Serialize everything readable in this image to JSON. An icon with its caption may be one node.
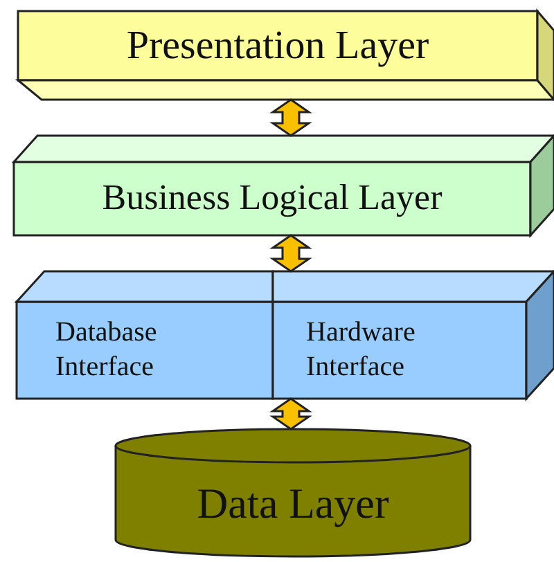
{
  "diagram": {
    "nodes": [
      {
        "text": [
          "Presentation Layer"
        ]
      },
      {
        "text": [
          "Business Logical Layer"
        ]
      },
      {
        "text": [
          "Database Interface"
        ]
      },
      {
        "text": [
          "Hardware Interface"
        ]
      },
      {
        "text": [
          "Data Layer"
        ]
      }
    ],
    "edges": [
      {
        "from": 0,
        "to": 1,
        "arrow": "both"
      },
      {
        "from": 1,
        "to": 2,
        "arrow": "both"
      },
      {
        "from": 1,
        "to": 3,
        "arrow": "both"
      },
      {
        "from": 2,
        "to": 4,
        "arrow": "both"
      },
      {
        "from": 3,
        "to": 4,
        "arrow": "both"
      }
    ]
  }
}
